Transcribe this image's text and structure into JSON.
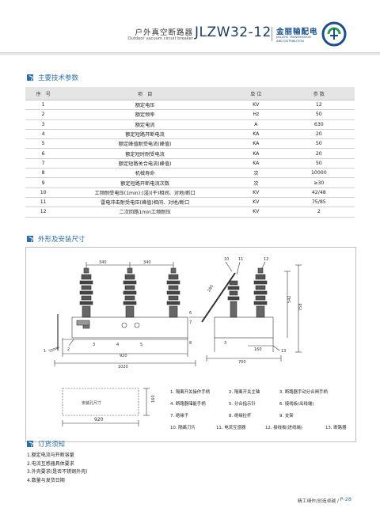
{
  "header": {
    "title_cn": "户外真空断路器",
    "title_en": "Outdoor vacuum circuit breaker",
    "model": "JLZW32-12",
    "logo_cn": "金丽输配电",
    "logo_en1": "JINLIZHE TRANSMISSION",
    "logo_en2": "AND DISTRIBUTION"
  },
  "sections": {
    "specs_title": "主要技术参数",
    "drawing_title": "外形及安装尺寸",
    "ordering_title": "订货须知"
  },
  "table": {
    "headers": [
      "序　号",
      "项　目",
      "单 位",
      "参 数"
    ],
    "rows": [
      {
        "no": "1",
        "item": "额定电压",
        "unit": "KV",
        "value": "12"
      },
      {
        "no": "2",
        "item": "额定频率",
        "unit": "Hz",
        "value": "50"
      },
      {
        "no": "3",
        "item": "额定电流",
        "unit": "A",
        "value": "630"
      },
      {
        "no": "4",
        "item": "额定短路开断电流",
        "unit": "KA",
        "value": "20"
      },
      {
        "no": "5",
        "item": "额定峰值耐受电流(峰值)",
        "unit": "KA",
        "value": "50"
      },
      {
        "no": "6",
        "item": "额定短时耐受电流",
        "unit": "KA",
        "value": "20"
      },
      {
        "no": "7",
        "item": "额定短路关合电流(峰值)",
        "unit": "KA",
        "value": "50"
      },
      {
        "no": "8",
        "item": "机械寿命",
        "unit": "次",
        "value": "10000"
      },
      {
        "no": "9",
        "item": "额定短路开断电流次数",
        "unit": "次",
        "value": "≥30"
      },
      {
        "no": "10",
        "item": "工频耐受电压(1min):(湿)(干)相间、对地/断口",
        "unit": "KV",
        "value": "42/48"
      },
      {
        "no": "11",
        "item": "雷电冲击耐受电压(峰值)相间、对地/断口",
        "unit": "KV",
        "value": "75/85"
      },
      {
        "no": "12",
        "item": "二次回路1min工频耐压",
        "unit": "KV",
        "value": "2"
      }
    ]
  },
  "drawing": {
    "dims": {
      "d340a": "340",
      "d340b": "340",
      "d920": "920",
      "d1020": "1020",
      "d700": "700",
      "d160": "160",
      "d542": "542",
      "d758": "758",
      "d280": "280",
      "d160b": "160",
      "d920b": "920",
      "mount_label": "安装孔尺寸"
    },
    "callouts": {
      "c1": "1",
      "c2": "2",
      "c3": "3",
      "c4": "4",
      "c5": "5",
      "c6": "6",
      "c7": "7",
      "c8": "8",
      "c3b": "3",
      "c10": "10",
      "c11": "11",
      "c12": "12",
      "c13": "13"
    },
    "legend": [
      [
        "1. 隔离开关操作手柄",
        "2. 隔离开关主轴",
        "3. 断路器手动分合闸手柄"
      ],
      [
        "4. 断路器储能手柄",
        "5. 分合指示针",
        "6. 接线板(出线端)"
      ],
      [
        "7. 绝缘子",
        "8. 绝缘拉杆",
        "9. 支架"
      ],
      [
        "10. 隔离刀片",
        "11. 电流互感器",
        "12. 接线板(进线端)",
        "13. 断路器"
      ]
    ]
  },
  "ordering": {
    "notes": [
      "1.额定电流与开断容量",
      "2.电流互感器具体要求",
      "3.外壳要求(是否不锈钢外壳)",
      "4.数量与发货日期"
    ]
  },
  "footer": {
    "text": "精工细作/创造卓越 /",
    "page": "P-28"
  },
  "colors": {
    "accent": "#2d6ea8",
    "brand": "#1b4f8a",
    "table_header_bg": "#e5e5e5"
  }
}
